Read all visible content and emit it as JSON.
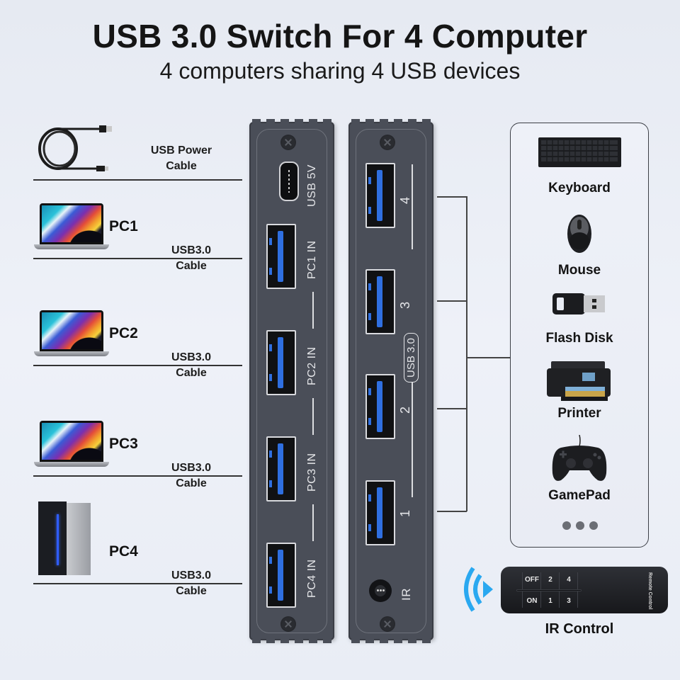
{
  "header": {
    "title": "USB 3.0 Switch For 4 Computer",
    "subtitle": "4 computers sharing 4 USB devices"
  },
  "inputs": {
    "power": {
      "label_line1": "USB Power",
      "label_line2": "Cable",
      "icon": "usb-cable-icon"
    },
    "computers": [
      {
        "name": "PC1",
        "cable_line1": "USB3.0",
        "cable_line2": "Cable",
        "icon": "laptop-icon"
      },
      {
        "name": "PC2",
        "cable_line1": "USB3.0",
        "cable_line2": "Cable",
        "icon": "laptop-icon"
      },
      {
        "name": "PC3",
        "cable_line1": "USB3.0",
        "cable_line2": "Cable",
        "icon": "laptop-icon"
      },
      {
        "name": "PC4",
        "cable_line1": "USB3.0",
        "cable_line2": "Cable",
        "icon": "desktop-tower-icon"
      }
    ]
  },
  "switch_left_panel": {
    "power_port_label": "USB 5V",
    "ports": [
      "PC1 IN",
      "PC2 IN",
      "PC3 IN",
      "PC4 IN"
    ]
  },
  "switch_right_panel": {
    "ports": [
      "4",
      "3",
      "2",
      "1"
    ],
    "badge": "USB 3.0",
    "ir_label": "IR"
  },
  "devices": {
    "items": [
      {
        "label": "Keyboard",
        "icon": "keyboard-icon"
      },
      {
        "label": "Mouse",
        "icon": "mouse-icon"
      },
      {
        "label": "Flash Disk",
        "icon": "flash-disk-icon"
      },
      {
        "label": "Printer",
        "icon": "printer-icon"
      },
      {
        "label": "GamePad",
        "icon": "gamepad-icon"
      }
    ],
    "more_indicator": "more-dots-icon"
  },
  "remote": {
    "label": "IR Control",
    "side_text": "Remote Control",
    "buttons": {
      "on": "ON",
      "off": "OFF",
      "b1": "1",
      "b2": "2",
      "b3": "3",
      "b4": "4"
    },
    "signal_color": "#2aa8f0"
  },
  "colors": {
    "background": "#eaedf5",
    "device_body": "#4a4e58",
    "port_blue": "#2f6fe0",
    "text": "#111111"
  }
}
